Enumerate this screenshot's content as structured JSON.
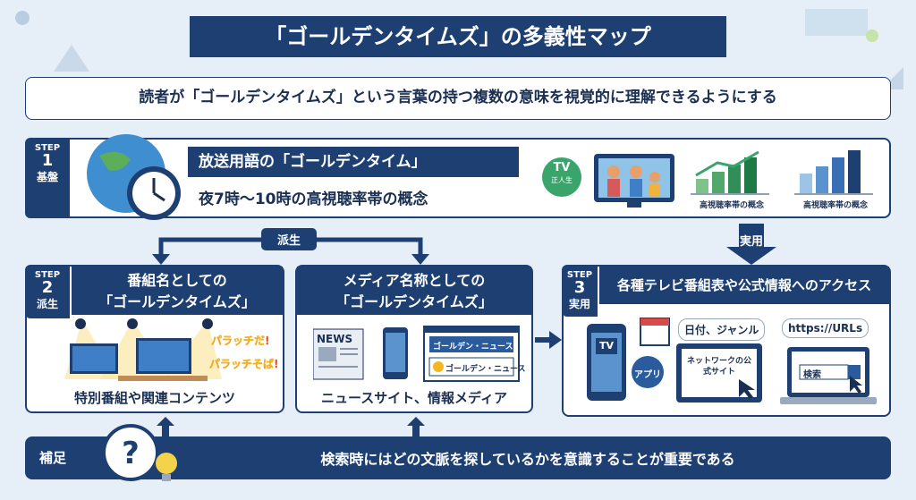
{
  "title": "「ゴールデンタイムズ」の多義性マップ",
  "subtitle": "読者が「ゴールデンタイムズ」という言葉の持つ複数の意味を視覚的に理解できるようにする",
  "step1": {
    "badge": {
      "step": "STEP",
      "num": "1",
      "label": "基盤"
    },
    "heading": "放送用語の「ゴールデンタイム」",
    "desc": "夜7時〜10時の高視聴率帯の概念",
    "tv_label": "TV",
    "tv_sub": "正人生",
    "chart1_label": "高視聴率帯の概念",
    "chart2_label": "高視聴率帯の概念"
  },
  "arrow_derive": "派生",
  "arrow_use": "実用",
  "step2": {
    "badge": {
      "step": "STEP",
      "num": "2",
      "label": "派生"
    },
    "heading_line1": "番組名としての",
    "heading_line2": "「ゴールデンタイムズ」",
    "logo1": "パラッチだ!",
    "logo2": "パラッチそば!",
    "caption": "特別番組や関連コンテンツ"
  },
  "media": {
    "heading_line1": "メディア名称としての",
    "heading_line2": "「ゴールデンタイムズ」",
    "news": "NEWS",
    "site1": "ゴールデン・ニュース",
    "site2": "ゴールデン・ニュース",
    "caption": "ニュースサイト、情報メディア"
  },
  "step3": {
    "badge": {
      "step": "STEP",
      "num": "3",
      "label": "実用"
    },
    "heading": "各種テレビ番組表や公式情報へのアクセス",
    "phone_tv": "TV",
    "app": "アプリ",
    "date_genre": "日付、ジャンル",
    "urls": "https://URLs",
    "network": "ネットワークの公式サイト",
    "search": "検索"
  },
  "supplement": {
    "label": "補足",
    "text": "検索時にはどの文脈を探しているかを意識することが重要である"
  },
  "colors": {
    "navy": "#1e3f72",
    "bg": "#e6eef7",
    "accent": "#f3b623",
    "green": "#2e9e68"
  }
}
